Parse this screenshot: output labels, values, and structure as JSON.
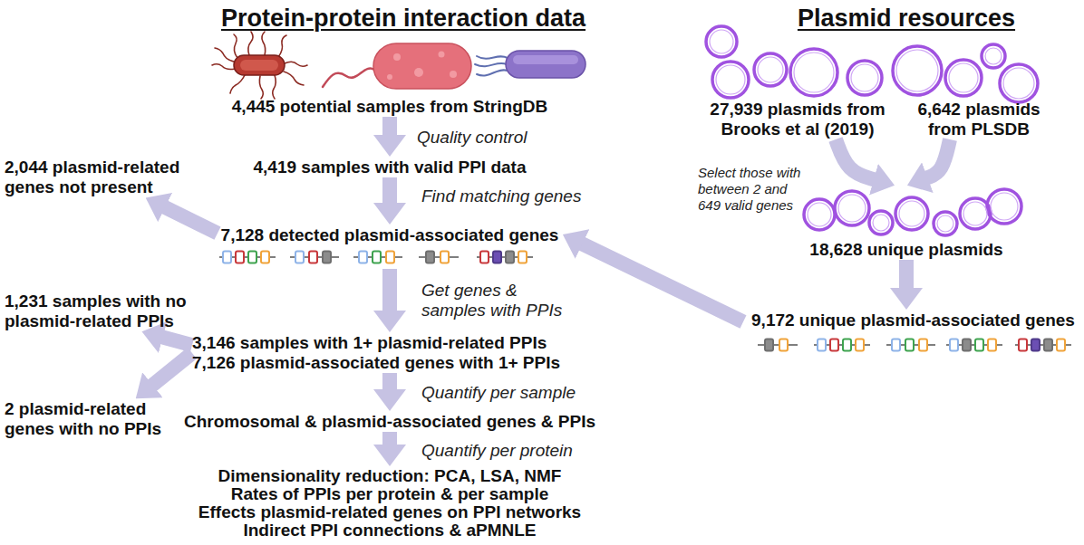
{
  "diagram": {
    "nodes": [
      {
        "text": [
          "4,445 potential samples from StringDB"
        ]
      },
      {
        "text": [
          "4,419 samples with valid PPI data"
        ]
      },
      {
        "text": [
          "7,128 detected plasmid-associated genes"
        ]
      },
      {
        "text": [
          "2,044 plasmid-related genes not present"
        ]
      },
      {
        "text": [
          "3,146 samples with 1+ plasmid-related PPIs",
          "7,126 plasmid-associated genes with 1+ PPIs"
        ]
      },
      {
        "text": [
          "1,231 samples with no plasmid-related PPIs"
        ]
      },
      {
        "text": [
          "2 plasmid-related genes with no PPIs"
        ]
      },
      {
        "text": [
          "Chromosomal & plasmid-associated genes & PPIs"
        ]
      },
      {
        "text": [
          "Dimensionality reduction: PCA, LSA, NMF",
          "Rates of PPIs per protein & per sample",
          "Effects plasmid-related genes on PPI networks",
          "Indirect PPI connections & aPMNLE"
        ]
      },
      {
        "text": [
          "27,939 plasmids from Brooks et al (2019)"
        ]
      },
      {
        "text": [
          "6,642 plasmids from PLSDB"
        ]
      },
      {
        "text": [
          "18,628 unique plasmids"
        ]
      },
      {
        "text": [
          "9,172 unique plasmid-associated genes"
        ]
      }
    ],
    "edges": [
      {
        "from": 0,
        "to": 1,
        "arrow": "to",
        "label": "Quality control"
      },
      {
        "from": 1,
        "to": 2,
        "arrow": "to",
        "label": "Find matching genes"
      },
      {
        "from": 2,
        "to": 3,
        "arrow": "to"
      },
      {
        "from": 2,
        "to": 4,
        "arrow": "to",
        "label": "Get genes & samples with PPIs"
      },
      {
        "from": 4,
        "to": 5,
        "arrow": "to"
      },
      {
        "from": 4,
        "to": 6,
        "arrow": "to"
      },
      {
        "from": 4,
        "to": 7,
        "arrow": "to",
        "label": "Quantify per sample"
      },
      {
        "from": 7,
        "to": 8,
        "arrow": "to",
        "label": "Quantify per protein"
      },
      {
        "from": 9,
        "to": 11,
        "arrow": "to",
        "label": "Select those with between 2 and 649 valid genes"
      },
      {
        "from": 10,
        "to": 11,
        "arrow": "to"
      },
      {
        "from": 11,
        "to": 12,
        "arrow": "to"
      },
      {
        "from": 12,
        "to": 2,
        "arrow": "to"
      }
    ],
    "labels": [
      "Protein-protein interaction data",
      "Plasmid resources"
    ]
  }
}
